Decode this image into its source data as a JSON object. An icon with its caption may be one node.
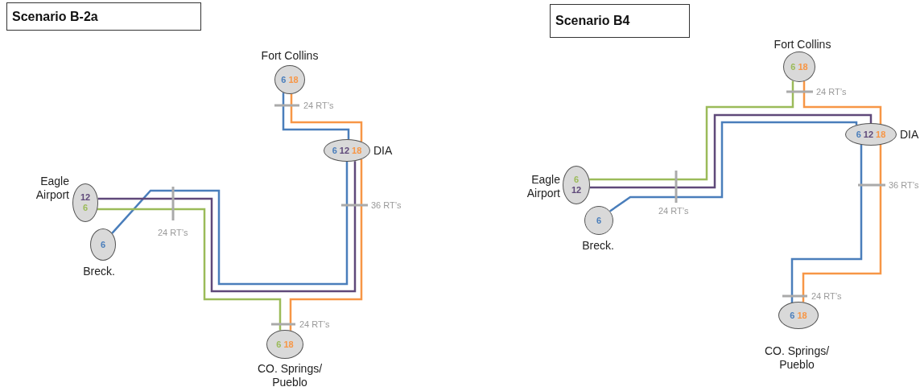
{
  "diagram": {
    "nodes": [
      {
        "text": [
          "Scenario B-2a"
        ]
      },
      {
        "text": [
          "6",
          "18"
        ],
        "beside": [
          "Fort Collins"
        ]
      },
      {
        "text": [
          "6",
          "12",
          "18"
        ],
        "beside": [
          "DIA"
        ]
      },
      {
        "text": [
          "12",
          "6"
        ],
        "beside": [
          "Eagle Airport"
        ]
      },
      {
        "text": [
          "6"
        ],
        "beside": [
          "Breck."
        ]
      },
      {
        "text": [
          "6",
          "18"
        ],
        "beside": [
          "CO. Springs/ Pueblo"
        ]
      },
      {
        "text": [
          "Scenario B4"
        ]
      },
      {
        "text": [
          "6",
          "18"
        ],
        "beside": [
          "Fort Collins"
        ]
      },
      {
        "text": [
          "6",
          "12",
          "18"
        ],
        "beside": [
          "DIA"
        ]
      },
      {
        "text": [
          "6",
          "12"
        ],
        "beside": [
          "Eagle Airport"
        ]
      },
      {
        "text": [
          "6"
        ],
        "beside": [
          "Breck."
        ]
      },
      {
        "text": [
          "6",
          "18"
        ],
        "beside": [
          "CO. Springs/ Pueblo"
        ]
      }
    ],
    "edges": [
      {
        "from": 1,
        "to": 2,
        "arrow": "none",
        "color": "#4a7ebb"
      },
      {
        "from": 1,
        "to": 2,
        "arrow": "none",
        "color": "#f79646"
      },
      {
        "from": 2,
        "to": 5,
        "arrow": "none",
        "color": "#f79646"
      },
      {
        "from": 4,
        "to": 2,
        "arrow": "none",
        "color": "#4a7ebb"
      },
      {
        "from": 3,
        "to": 2,
        "arrow": "none",
        "color": "#5f497a"
      },
      {
        "from": 3,
        "to": 5,
        "arrow": "none",
        "color": "#9bbb59"
      },
      {
        "from": 7,
        "to": 9,
        "arrow": "none",
        "color": "#9bbb59"
      },
      {
        "from": 7,
        "to": 8,
        "arrow": "none",
        "color": "#f79646"
      },
      {
        "from": 8,
        "to": 11,
        "arrow": "none",
        "color": "#f79646"
      },
      {
        "from": 9,
        "to": 8,
        "arrow": "none",
        "color": "#5f497a"
      },
      {
        "from": 10,
        "to": 8,
        "arrow": "none",
        "color": "#4a7ebb"
      },
      {
        "from": 8,
        "to": 11,
        "arrow": "none",
        "color": "#4a7ebb"
      }
    ],
    "labels": [
      "24 RT’s",
      "24 RT’s",
      "36 RT’s",
      "24 RT’s",
      "24 RT’s",
      "24 RT’s",
      "36 RT’s",
      "24 RT’s"
    ]
  }
}
